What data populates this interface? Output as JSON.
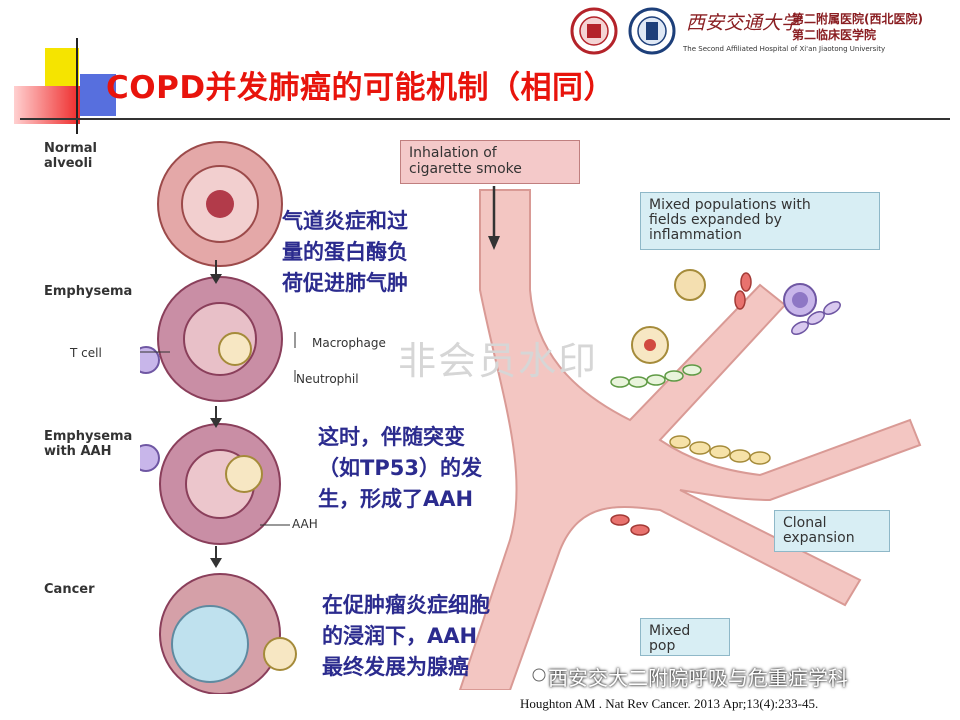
{
  "title": "COPD并发肺癌的可能机制（相同）",
  "logo": {
    "university": "西安交通大学",
    "hospital_line1": "第二附属医院(西北医院)",
    "hospital_line2": "第二临床医学院",
    "english": "The Second Affiliated Hospital of Xi'an Jiaotong University"
  },
  "stages": {
    "normal": "Normal\nalveoli",
    "emphysema": "Emphysema",
    "aah": "Emphysema\nwith AAH",
    "cancer": "Cancer"
  },
  "cell_labels": {
    "t_cell": "T cell",
    "macrophage": "Macrophage",
    "neutrophil": "Neutrophil",
    "aah": "AAH"
  },
  "annotations": {
    "protease": "气道炎症和过\n量的蛋白酶负\n荷促进肺气肿",
    "mutation": "这时，伴随突变\n（如TP53）的发\n生，形成了AAH",
    "cancer_dev": "在促肿瘤炎症细胞\n的浸润下，AAH\n最终发展为腺癌"
  },
  "boxes": {
    "inhalation": "Inhalation of\ncigarette smoke",
    "mixed_fields": "Mixed populations with\nfields expanded by\ninflammation",
    "clonal": "Clonal\nexpansion",
    "mixed_bottom": "Mixed\npop"
  },
  "watermark": "非会员水印",
  "wechat": "西安交大二附院呼吸与危重症学科",
  "citation": "Houghton AM . Nat Rev Cancer. 2013 Apr;13(4):233-45.",
  "colors": {
    "title_red": "#e8140c",
    "annotation_blue": "#2b2b8e",
    "box_blue": "#d8eef4",
    "box_pink": "#f4c9c9",
    "airway_pink": "#f3c6c2"
  }
}
